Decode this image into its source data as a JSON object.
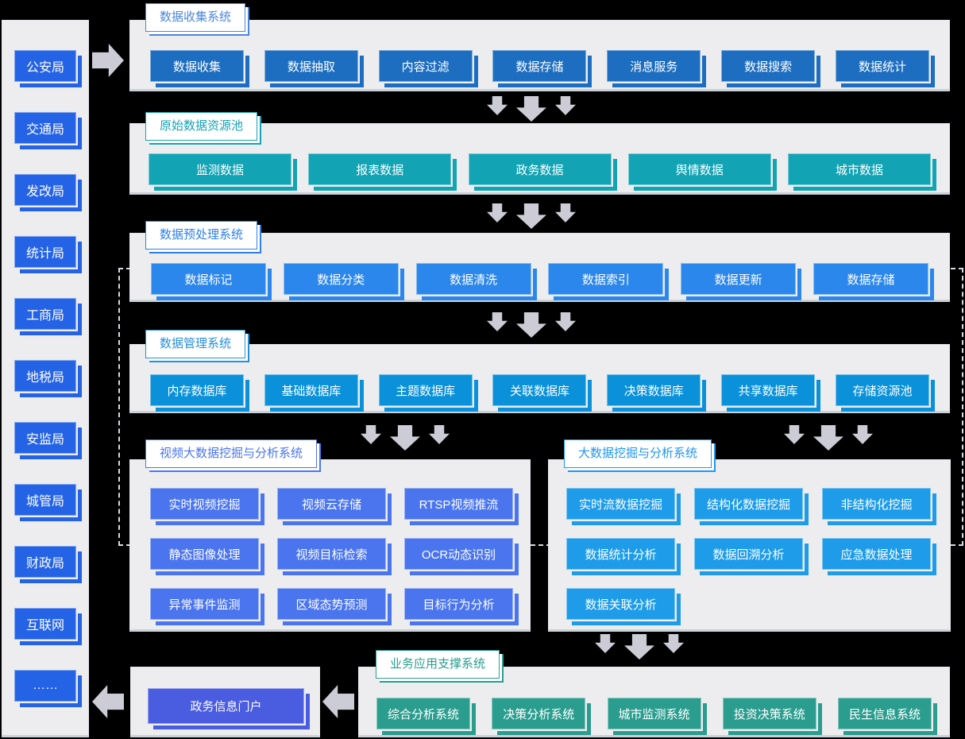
{
  "colors": {
    "background": "#000000",
    "panel": "#ededef",
    "arrow": "#cbccd5",
    "dashed_border": "#d9dbe0",
    "btn_sidebar": "#2463e6",
    "btn_collect": "#1d6ec0",
    "btn_raw": "#12a3b4",
    "btn_pre": "#2b87ec",
    "btn_manage": "#0a91da",
    "btn_video": "#4a75ef",
    "btn_mining": "#1e9ce9",
    "btn_biz": "#2a9d8f",
    "btn_portal": "#4a5de0",
    "badge_collect": "#4b86dd",
    "badge_raw": "#14a3b6",
    "badge_pre": "#2f7fe8",
    "badge_manage": "#2490dc",
    "badge_video": "#4a75ef",
    "badge_mining": "#2196f3",
    "badge_biz": "#2a9d8f"
  },
  "sidebar": {
    "items": [
      "公安局",
      "交通局",
      "发改局",
      "统计局",
      "工商局",
      "地税局",
      "安监局",
      "城管局",
      "财政局",
      "互联网",
      "……"
    ]
  },
  "sections": {
    "collect": {
      "title": "数据收集系统",
      "items": [
        "数据收集",
        "数据抽取",
        "内容过滤",
        "数据存储",
        "消息服务",
        "数据搜索",
        "数据统计"
      ]
    },
    "raw": {
      "title": "原始数据资源池",
      "items": [
        "监测数据",
        "报表数据",
        "政务数据",
        "舆情数据",
        "城市数据"
      ]
    },
    "pre": {
      "title": "数据预处理系统",
      "items": [
        "数据标记",
        "数据分类",
        "数据清洗",
        "数据索引",
        "数据更新",
        "数据存储"
      ]
    },
    "manage": {
      "title": "数据管理系统",
      "items": [
        "内存数据库",
        "基础数据库",
        "主题数据库",
        "关联数据库",
        "决策数据库",
        "共享数据库",
        "存储资源池"
      ]
    },
    "video": {
      "title": "视频大数据挖掘与分析系统",
      "items": [
        "实时视频挖掘",
        "视频云存储",
        "RTSP视频推流",
        "静态图像处理",
        "视频目标检索",
        "OCR动态识别",
        "异常事件监测",
        "区域态势预测",
        "目标行为分析"
      ]
    },
    "mining": {
      "title": "大数据挖掘与分析系统",
      "items": [
        "实时流数据挖掘",
        "结构化数据挖掘",
        "非结构化挖掘",
        "数据统计分析",
        "数据回溯分析",
        "应急数据处理",
        "数据关联分析"
      ]
    },
    "biz": {
      "title": "业务应用支撑系统",
      "items": [
        "综合分析系统",
        "决策分析系统",
        "城市监测系统",
        "投资决策系统",
        "民生信息系统"
      ]
    },
    "portal": {
      "label": "政务信息门户"
    }
  }
}
